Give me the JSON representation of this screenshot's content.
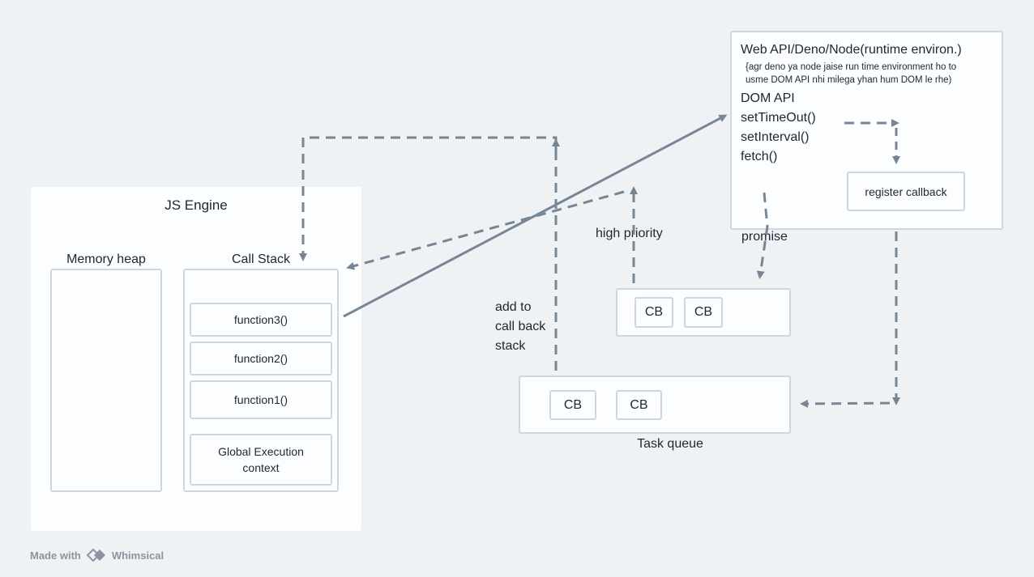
{
  "engine": {
    "title": "JS Engine",
    "memory_heap_label": "Memory heap",
    "call_stack_label": "Call Stack",
    "stack_frames": [
      "function3()",
      "function2()",
      "function1()"
    ],
    "global_context": "Global Execution\ncontext"
  },
  "web_api": {
    "title": "Web API/Deno/Node(runtime environ.)",
    "note_line1": "{agr deno ya node jaise run time environment ho to",
    "note_line2": "usme DOM API nhi milega yhan hum DOM le rhe)",
    "apis": [
      "DOM API",
      "setTimeOut()",
      "setInterval()",
      "fetch()"
    ],
    "register_callback": "register callback"
  },
  "labels": {
    "high_priority": "high priority",
    "promise": "promise",
    "add_to_callback_line1": "add to",
    "add_to_callback_line2": "call back",
    "add_to_callback_line3": "stack",
    "task_queue": "Task queue"
  },
  "microtask_queue": {
    "items": [
      "CB",
      "CB"
    ]
  },
  "task_queue": {
    "items": [
      "CB",
      "CB"
    ]
  },
  "footer": {
    "made_with": "Made with",
    "brand": "Whimsical"
  },
  "colors": {
    "arrow": "#768695",
    "border": "#cfd6dd",
    "panel": "#fcfdfe",
    "background": "#eff2f5"
  }
}
